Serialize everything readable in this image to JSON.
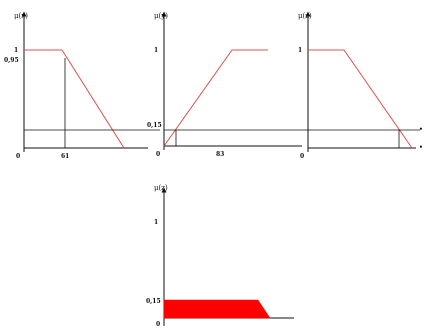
{
  "colors": {
    "axis": "#111111",
    "membership_line": "#d9534f",
    "cut_line": "#111111",
    "fill": "#ff0000"
  },
  "panels": [
    {
      "id": "mu-x",
      "title": "μ(x)",
      "y_ticks": {
        "one": "1",
        "mid": "0,95",
        "zero": "0"
      },
      "x_tick": "61",
      "shape": "decreasing",
      "cut_level": 0.15
    },
    {
      "id": "mu-y",
      "title": "μ(y)",
      "y_ticks": {
        "one": "1",
        "mid": "0,15",
        "zero": "0"
      },
      "x_tick": "83",
      "shape": "increasing",
      "cut_level": 0.15
    },
    {
      "id": "mu-z",
      "title": "μ(z)",
      "y_ticks": {
        "one": "1",
        "zero": "0"
      },
      "shape": "decreasing",
      "cut_level": 0.15
    }
  ],
  "result": {
    "title": "μ(z)",
    "y_ticks": {
      "one": "1",
      "mid": "0,15",
      "zero": "0"
    },
    "clip_level": 0.15
  }
}
